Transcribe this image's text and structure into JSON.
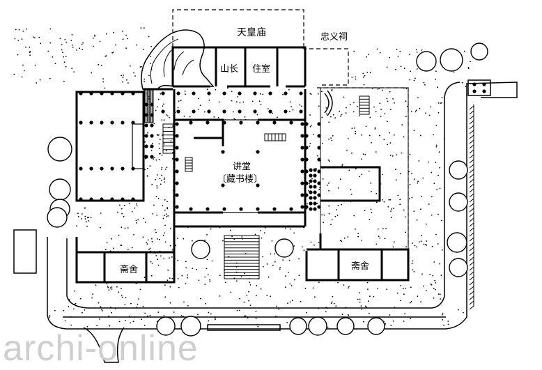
{
  "rooms": {
    "tianhuang": "天皇庙",
    "zhongyi": "忠义祠",
    "shanzhang": "山长",
    "zhushi": "住室",
    "jiangtang": "讲堂",
    "cangshulou": "〔藏书楼〕",
    "zhaishe_left": "斋舍",
    "zhaishe_right": "斋舍"
  },
  "watermark": "archi-online",
  "colors": {
    "ink": "#000000",
    "paper": "#ffffff",
    "watermark": "#cfcfcf"
  }
}
